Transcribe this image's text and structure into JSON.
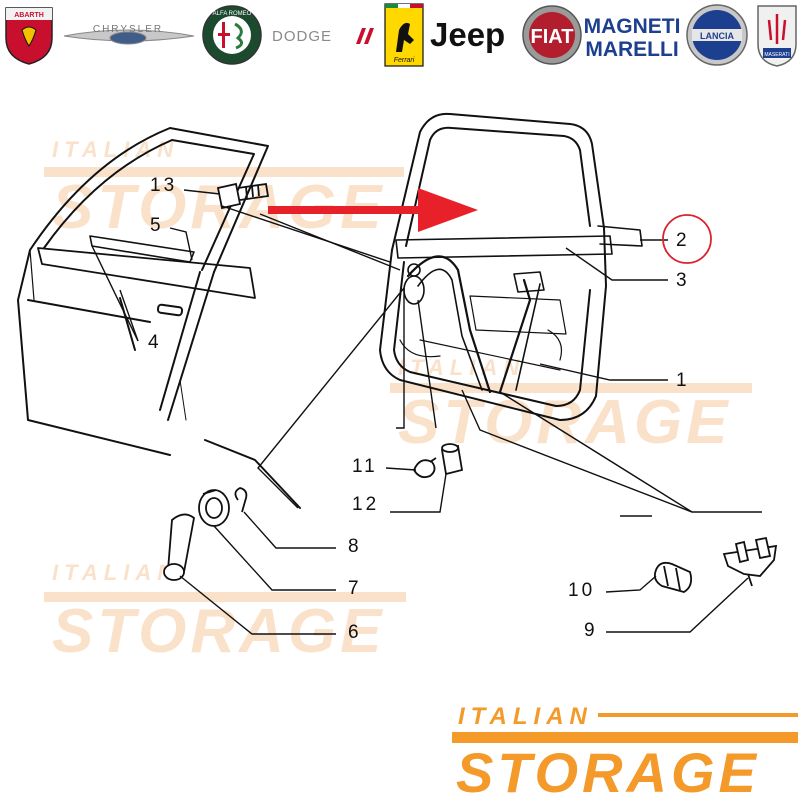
{
  "brand_logos": [
    {
      "name": "Abarth",
      "label": "ABARTH"
    },
    {
      "name": "Chrysler",
      "label": "CHRYSLER"
    },
    {
      "name": "Alfa Romeo",
      "label": "ALFA ROMEO"
    },
    {
      "name": "Dodge",
      "label": "DODGE"
    },
    {
      "name": "Ferrari",
      "label": "Ferrari"
    },
    {
      "name": "Jeep",
      "label": "Jeep"
    },
    {
      "name": "Fiat",
      "label": "FIAT"
    },
    {
      "name": "Magneti Marelli",
      "label_line1": "MAGNETI",
      "label_line2": "MARELLI"
    },
    {
      "name": "Lancia",
      "label": "LANCIA"
    },
    {
      "name": "Maserati",
      "label": "MASERATI"
    }
  ],
  "callouts": {
    "c1": "1",
    "c2": "2",
    "c3": "3",
    "c4": "4",
    "c5": "5",
    "c6": "6",
    "c7": "7",
    "c8": "8",
    "c9": "9",
    "c10": "10",
    "c11": "11",
    "c12": "12",
    "c13": "13"
  },
  "watermark": {
    "line1": "ITALIAN",
    "line2": "STORAGE"
  },
  "footer_logo": {
    "line1": "ITALIAN",
    "line2": "STORAGE",
    "color": "#f39a2a"
  },
  "colors": {
    "highlight_arrow": "#e8202a",
    "highlight_circle": "#d9242f",
    "line_art": "#111111",
    "watermark": "#f6c9a0"
  }
}
